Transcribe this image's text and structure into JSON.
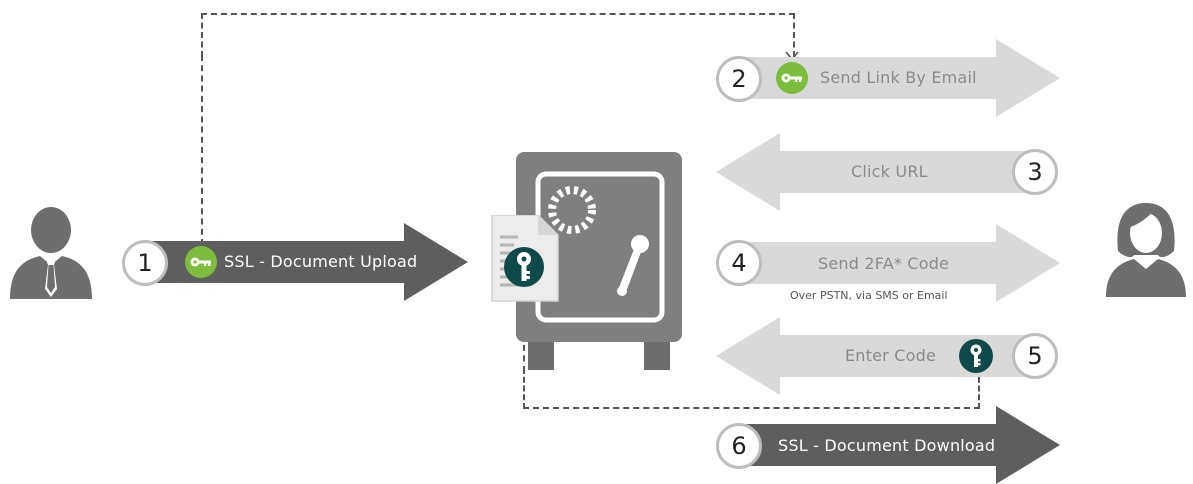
{
  "steps": [
    {
      "number": "1",
      "label": "SSL - Document Upload"
    },
    {
      "number": "2",
      "label": "Send Link By Email"
    },
    {
      "number": "3",
      "label": "Click URL"
    },
    {
      "number": "4",
      "label": "Send 2FA* Code",
      "note": "Over PSTN, via SMS or Email"
    },
    {
      "number": "5",
      "label": "Enter Code"
    },
    {
      "number": "6",
      "label": "SSL - Document Download"
    }
  ],
  "colors": {
    "dark_arrow": "#5e5e5e",
    "light_arrow": "#d9d9d9",
    "green_key": "#7cbd3d",
    "teal_key": "#0e4a4a",
    "safe": "#808080"
  },
  "icons": {
    "sender": "businessman-icon",
    "recipient": "woman-icon",
    "vault": "safe-icon",
    "document": "document-icon",
    "key": "key-icon"
  }
}
